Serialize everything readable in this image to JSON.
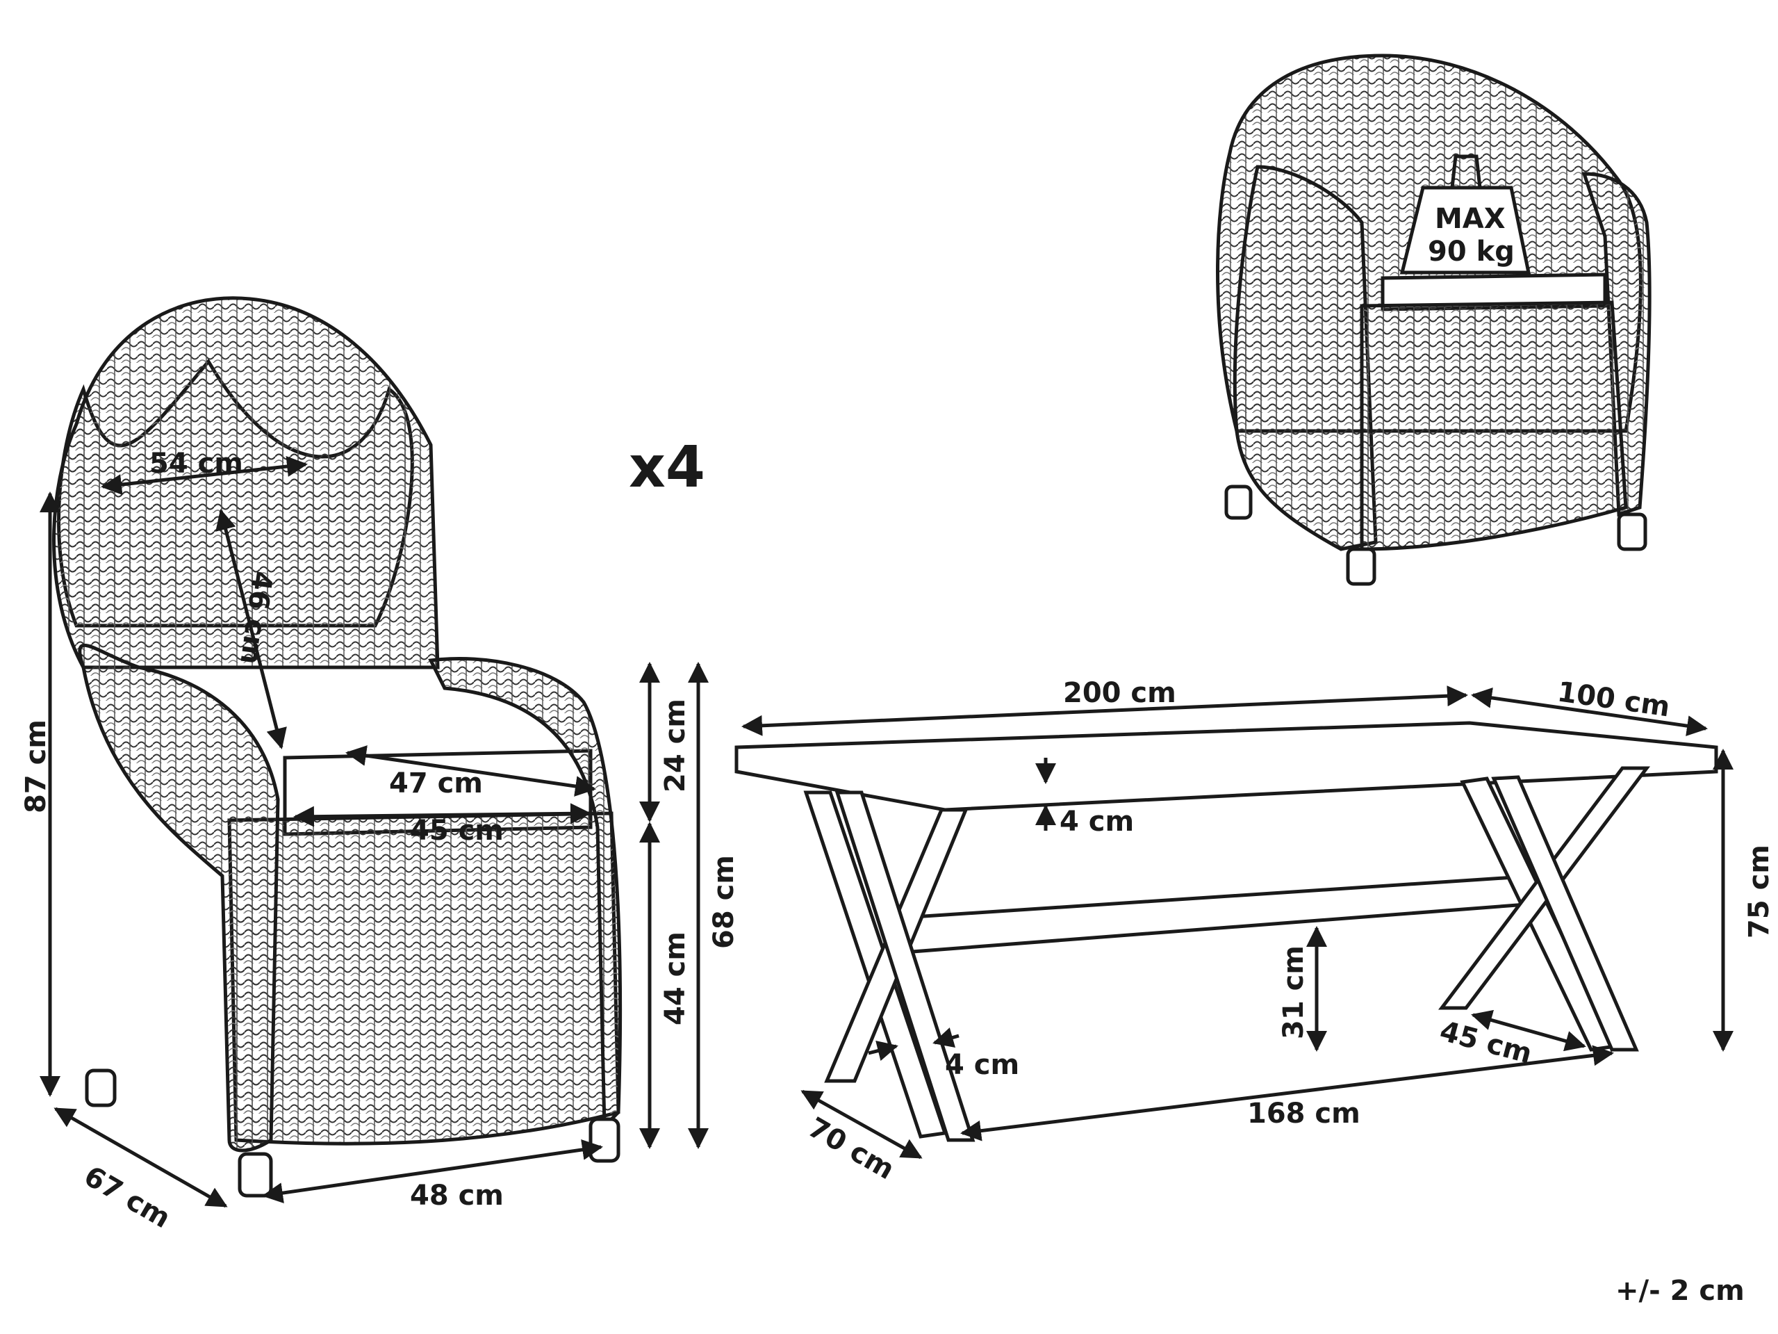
{
  "chair_front": {
    "width_top": "54 cm",
    "backrest": "46 cm",
    "height_total": "87 cm",
    "seat_depth": "47 cm",
    "seat_width": "45 cm",
    "arm_height": "24 cm",
    "seat_height": "44 cm",
    "arm_total": "68 cm",
    "depth": "67 cm",
    "width_bottom": "48 cm"
  },
  "quantity": "x4",
  "chair_load": {
    "line1": "MAX",
    "line2": "90 kg"
  },
  "table": {
    "length": "200 cm",
    "width": "100 cm",
    "top_thickness": "4 cm",
    "height": "75 cm",
    "stretcher_height": "31 cm",
    "leg_spacing": "45 cm",
    "leg_thickness": "4 cm",
    "leg_span": "168 cm",
    "leg_depth": "70 cm"
  },
  "tolerance": "+/- 2 cm"
}
